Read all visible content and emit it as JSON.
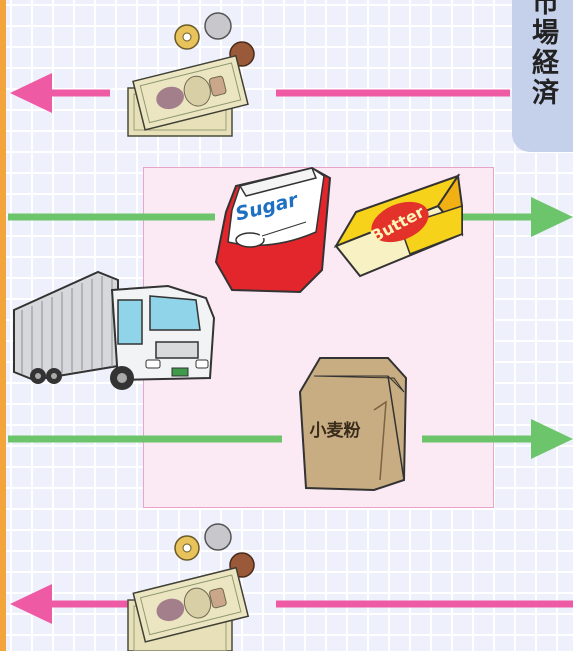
{
  "tab": {
    "title": "市場経済"
  },
  "goods": {
    "sugar_label": "Sugar",
    "butter_label": "Butter",
    "flour_label": "小麦粉"
  },
  "colors": {
    "money_arrow": "#ee5aa3",
    "goods_arrow": "#6cc56b",
    "panel_fill": "#fbe9f3",
    "panel_border": "#e9a5c9",
    "tab_fill": "#c5d0ea",
    "left_rule": "#f3a43a"
  },
  "icons": [
    "coins-icon",
    "banknotes-icon",
    "sugar-bag-icon",
    "butter-box-icon",
    "truck-icon",
    "flour-bag-icon",
    "arrow-left-icon",
    "arrow-right-icon"
  ]
}
